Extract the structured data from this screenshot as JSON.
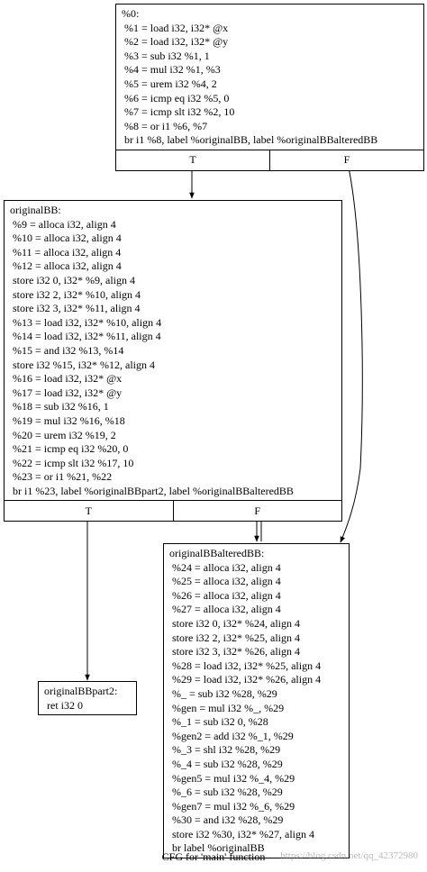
{
  "nodes": {
    "entry": {
      "lines": [
        "%0:",
        " %1 = load i32, i32* @x",
        " %2 = load i32, i32* @y",
        " %3 = sub i32 %1, 1",
        " %4 = mul i32 %1, %3",
        " %5 = urem i32 %4, 2",
        " %6 = icmp eq i32 %5, 0",
        " %7 = icmp slt i32 %2, 10",
        " %8 = or i1 %6, %7",
        " br i1 %8, label %originalBB, label %originalBBalteredBB"
      ],
      "ports": [
        "T",
        "F"
      ]
    },
    "originalBB": {
      "lines": [
        "originalBB:",
        " %9 = alloca i32, align 4",
        " %10 = alloca i32, align 4",
        " %11 = alloca i32, align 4",
        " %12 = alloca i32, align 4",
        " store i32 0, i32* %9, align 4",
        " store i32 2, i32* %10, align 4",
        " store i32 3, i32* %11, align 4",
        " %13 = load i32, i32* %10, align 4",
        " %14 = load i32, i32* %11, align 4",
        " %15 = and i32 %13, %14",
        " store i32 %15, i32* %12, align 4",
        " %16 = load i32, i32* @x",
        " %17 = load i32, i32* @y",
        " %18 = sub i32 %16, 1",
        " %19 = mul i32 %16, %18",
        " %20 = urem i32 %19, 2",
        " %21 = icmp eq i32 %20, 0",
        " %22 = icmp slt i32 %17, 10",
        " %23 = or i1 %21, %22",
        " br i1 %23, label %originalBBpart2, label %originalBBalteredBB"
      ],
      "ports": [
        "T",
        "F"
      ]
    },
    "altered": {
      "lines": [
        "originalBBalteredBB:",
        " %24 = alloca i32, align 4",
        " %25 = alloca i32, align 4",
        " %26 = alloca i32, align 4",
        " %27 = alloca i32, align 4",
        " store i32 0, i32* %24, align 4",
        " store i32 2, i32* %25, align 4",
        " store i32 3, i32* %26, align 4",
        " %28 = load i32, i32* %25, align 4",
        " %29 = load i32, i32* %26, align 4",
        " %_ = sub i32 %28, %29",
        " %gen = mul i32 %_, %29",
        " %_1 = sub i32 0, %28",
        " %gen2 = add i32 %_1, %29",
        " %_3 = shl i32 %28, %29",
        " %_4 = sub i32 %28, %29",
        " %gen5 = mul i32 %_4, %29",
        " %_6 = sub i32 %28, %29",
        " %gen7 = mul i32 %_6, %29",
        " %30 = and i32 %28, %29",
        " store i32 %30, i32* %27, align 4",
        " br label %originalBB"
      ]
    },
    "part2": {
      "lines": [
        "originalBBpart2:",
        " ret i32 0"
      ]
    }
  },
  "caption": "CFG for 'main' function",
  "watermark": "https://blog.csdn.net/qq_42372980"
}
